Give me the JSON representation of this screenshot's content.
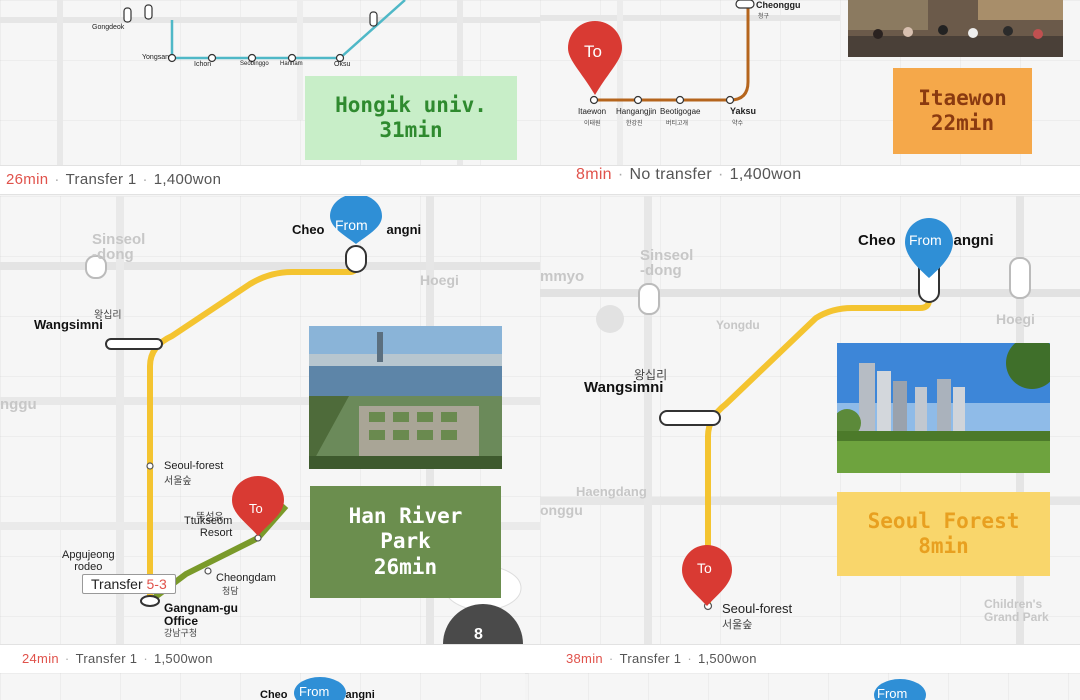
{
  "routes": {
    "hongik": {
      "card": "Hongik univ.\n31min",
      "info": {
        "time": "26min",
        "transfer": "Transfer 1",
        "fare": "1,400won"
      },
      "stations": [
        "Gongdeok",
        "Yongsan",
        "Ichon",
        "Seobinggo",
        "Hannam",
        "Oksu"
      ],
      "colors": {
        "line": "#4fb8c7",
        "card_bg": "#c8eec8",
        "card_text": "#2f8a2f"
      }
    },
    "itaewon": {
      "card": "Itaewon\n22min",
      "info": {
        "time": "8min",
        "transfer": "No transfer",
        "fare": "1,400won"
      },
      "pin_to": "To",
      "stations": [
        "Itaewon",
        "Hangangjin",
        "Beotigogae",
        "Yaksu",
        "Cheonggu"
      ],
      "stations_ko": [
        "이태원",
        "한강진",
        "버티고개",
        "약수",
        "청구"
      ],
      "colors": {
        "line": "#b5651d",
        "card_bg": "#f5a84a",
        "card_text": "#8a3a10"
      }
    },
    "hanriver": {
      "card": "Han River\nPark\n26min",
      "info": {
        "time": "24min",
        "transfer": "Transfer 1",
        "fare": "1,500won"
      },
      "pin_from": "From",
      "pin_to": "To",
      "from_station": "Cheongnyangni",
      "from_pre": "Cheo",
      "from_post": "angni",
      "stations": {
        "wangsimni": "Wangsimni",
        "wangsimni_ko": "왕십리",
        "seoulforest": "Seoul-forest",
        "seoulforest_ko": "서울숲",
        "ttukseom": "Ttukseom\nResort",
        "ttukseom_ko": "뚝섬유",
        "apgujeong": "Apgujeong\nrodeo",
        "cheongdam": "Cheongdam",
        "cheongdam_ko": "청담",
        "gangnamgu": "Gangnam-gu\nOffice",
        "gangnamgu_ko": "강남구청"
      },
      "transfer_label": "Transfer",
      "transfer_num": "5-3",
      "bg_labels": [
        "Sinseol\n-dong",
        "Hoegi",
        "nggu"
      ],
      "colors": {
        "line": "#f4c430",
        "line2": "#7a9a2a",
        "card_bg": "#6b8e4e",
        "card_text": "#ffffff"
      }
    },
    "seoulforest": {
      "card": "Seoul Forest\n8min",
      "info": {
        "time": "38min",
        "transfer": "Transfer 1",
        "fare": "1,500won"
      },
      "pin_from": "From",
      "pin_to": "To",
      "from_pre": "Cheo",
      "from_post": "angni",
      "stations": {
        "wangsimni": "Wangsimni",
        "wangsimni_ko": "왕십리",
        "seoulforest": "Seoul-forest",
        "seoulforest_ko": "서울숲"
      },
      "bg_labels": [
        "Sinseol\n-dong",
        "mmyo",
        "Hoegi",
        "Haengdang",
        "onggu",
        "Yongdu",
        "Children's\nGrand Park"
      ],
      "colors": {
        "line": "#f4c430",
        "card_bg": "#f9d66b",
        "card_text": "#e8a020"
      }
    },
    "bottom": {
      "pin_from": "From",
      "partial_label": "Cheo",
      "partial_label2": "angni"
    }
  }
}
